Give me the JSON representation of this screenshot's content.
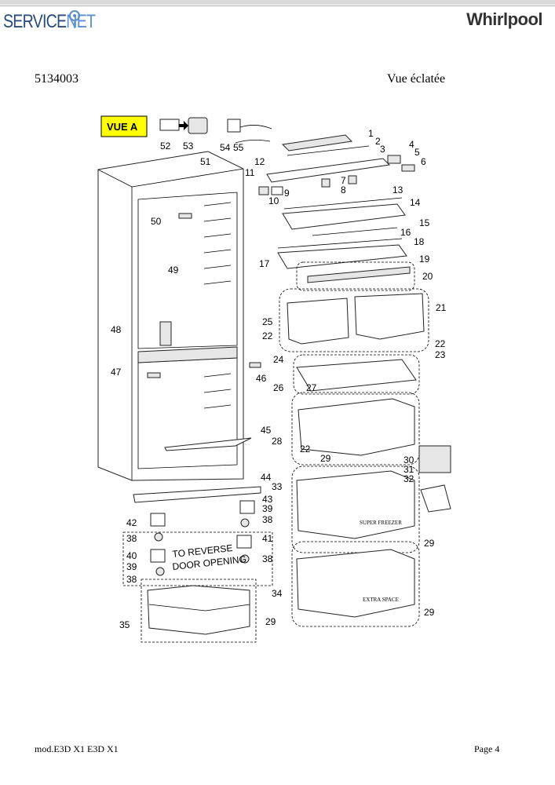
{
  "header": {
    "brand_left_main": "SERVICE",
    "brand_left_accent": "NET",
    "brand_right": "Whirlpool"
  },
  "document": {
    "code": "5134003",
    "view_title": "Vue éclatée"
  },
  "diagram": {
    "view_label": "VUE A",
    "reverse_note_line1": "TO REVERSE",
    "reverse_note_line2": "DOOR OPENING",
    "drawer_label_super": "SUPER FREEZER",
    "drawer_label_extra": "EXTRA SPACE",
    "part_numbers": [
      "1",
      "2",
      "3",
      "4",
      "5",
      "6",
      "7",
      "8",
      "9",
      "10",
      "11",
      "12",
      "13",
      "14",
      "15",
      "16",
      "17",
      "18",
      "19",
      "20",
      "21",
      "22",
      "22",
      "22",
      "23",
      "24",
      "25",
      "26",
      "27",
      "28",
      "29",
      "29",
      "29",
      "29",
      "30",
      "31",
      "32",
      "33",
      "34",
      "35",
      "38",
      "38",
      "38",
      "38",
      "39",
      "39",
      "40",
      "41",
      "42",
      "43",
      "44",
      "45",
      "46",
      "47",
      "48",
      "49",
      "50",
      "51",
      "52",
      "53",
      "54",
      "55"
    ]
  },
  "footer": {
    "model": "mod.E3D X1 E3D X1",
    "page": "Page 4"
  }
}
